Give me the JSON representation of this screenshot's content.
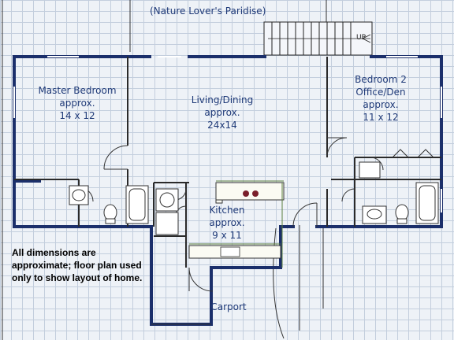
{
  "title": "(Nature Lover's Paridise)",
  "stairs_label": "UP",
  "rooms": {
    "master": {
      "name": "Master Bedroom",
      "size_prefix": "approx.",
      "size": "14 x 12"
    },
    "living": {
      "name": "Living/Dining",
      "size_prefix": "approx.",
      "size": "24x14"
    },
    "bedroom2": {
      "name": "Bedroom 2",
      "alt_name": "Office/Den",
      "size_prefix": "approx.",
      "size": "11 x 12"
    },
    "kitchen": {
      "name": "Kitchen",
      "size_prefix": "approx.",
      "size": "9 x 11"
    },
    "carport": {
      "name": "Carport"
    }
  },
  "note": "All dimensions are approximate; floor plan used only to show layout of home.",
  "colors": {
    "wall": "#1b2f6b",
    "line": "#333333",
    "text": "#1f3a78",
    "appliance": "#5a7e3c"
  }
}
